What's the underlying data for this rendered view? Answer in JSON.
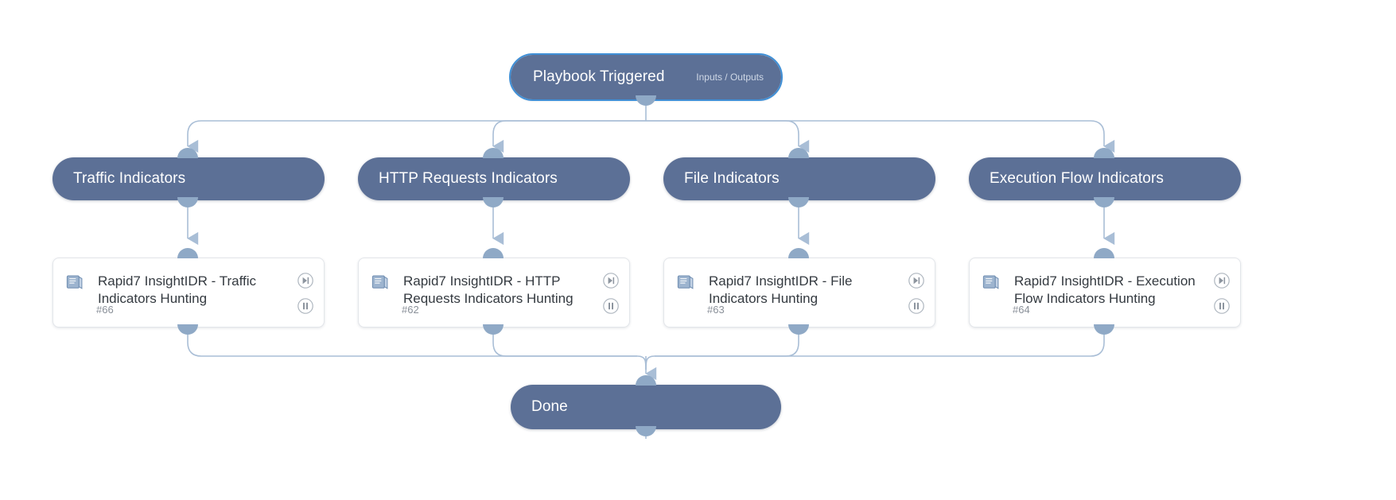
{
  "diagram": {
    "type": "playbook-workflow",
    "colors": {
      "node_fill": "#5c7096",
      "node_text": "#ffffff",
      "node_subtext": "#cfd8e6",
      "card_bg": "#ffffff",
      "card_border": "#e3e6ea",
      "card_title": "#343a40",
      "card_id": "#8a9099",
      "connector": "#a9bed6",
      "port": "#8fa9c6",
      "selection_outline": "#3f8fd6",
      "canvas_bg": "#ffffff"
    }
  },
  "trigger": {
    "title": "Playbook Triggered",
    "subtitle": "Inputs / Outputs"
  },
  "branches": [
    {
      "label": "Traffic Indicators"
    },
    {
      "label": "HTTP Requests Indicators"
    },
    {
      "label": "File Indicators"
    },
    {
      "label": "Execution Flow Indicators"
    }
  ],
  "actions": [
    {
      "title": "Rapid7 InsightIDR - Traffic Indicators Hunting",
      "id": "#66",
      "icon": "book-icon",
      "step_icon": "step-forward-icon",
      "pause_icon": "pause-icon"
    },
    {
      "title": "Rapid7 InsightIDR - HTTP Requests Indicators Hunting",
      "id": "#62",
      "icon": "book-icon",
      "step_icon": "step-forward-icon",
      "pause_icon": "pause-icon"
    },
    {
      "title": "Rapid7 InsightIDR - File Indicators Hunting",
      "id": "#63",
      "icon": "book-icon",
      "step_icon": "step-forward-icon",
      "pause_icon": "pause-icon"
    },
    {
      "title": "Rapid7 InsightIDR - Execution Flow Indicators Hunting",
      "id": "#64",
      "icon": "book-icon",
      "step_icon": "step-forward-icon",
      "pause_icon": "pause-icon"
    }
  ],
  "end": {
    "label": "Done"
  }
}
